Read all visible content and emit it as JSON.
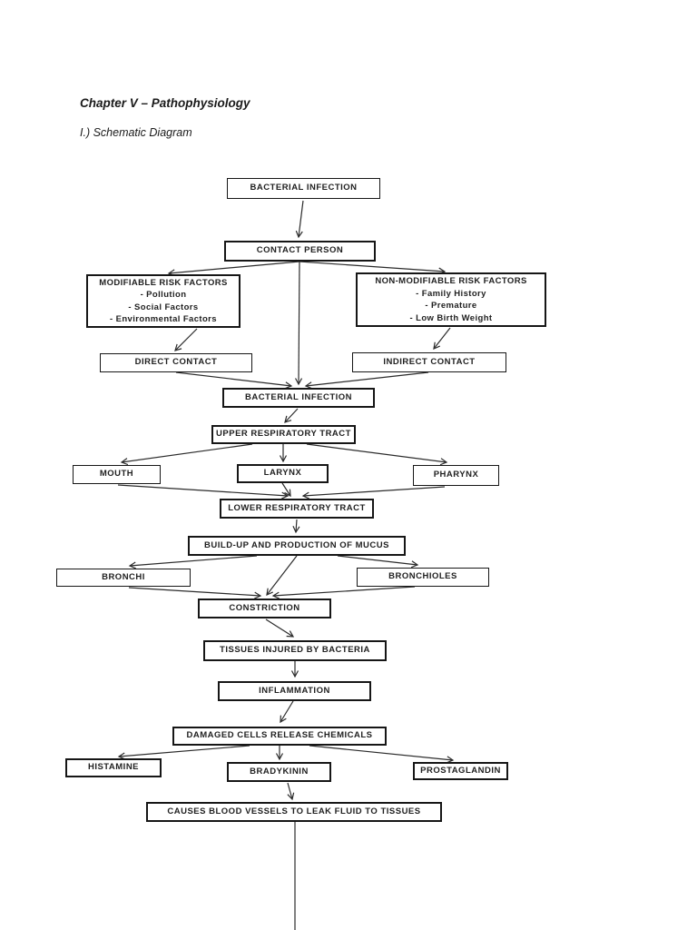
{
  "header": {
    "chapter": "Chapter V – Pathophysiology",
    "section": "I.) Schematic Diagram"
  },
  "colors": {
    "page_background": "#ffffff",
    "box_border": "#161616",
    "connector_line": "#2b2b2b",
    "text": "#1f1f1f"
  },
  "nodes": {
    "bacterialInfection1": {
      "label": "BACTERIAL INFECTION"
    },
    "contactPerson": {
      "label": "CONTACT PERSON"
    },
    "modifiableRisk": {
      "title": "MODIFIABLE RISK FACTORS",
      "items": [
        "- Pollution",
        "- Social Factors",
        "- Environmental Factors"
      ]
    },
    "nonModifiableRisk": {
      "title": "NON-MODIFIABLE RISK FACTORS",
      "items": [
        "- Family History",
        "- Premature",
        "- Low Birth Weight"
      ]
    },
    "directContact": {
      "label": "DIRECT CONTACT"
    },
    "indirectContact": {
      "label": "INDIRECT CONTACT"
    },
    "bacterialInfection2": {
      "label": "BACTERIAL INFECTION"
    },
    "upperRespiratoryTract": {
      "label": "UPPER RESPIRATORY TRACT"
    },
    "mouth": {
      "label": "MOUTH"
    },
    "larynx": {
      "label": "LARYNX"
    },
    "pharynx": {
      "label": "PHARYNX"
    },
    "lowerRespiratoryTract": {
      "label": "LOWER RESPIRATORY TRACT"
    },
    "mucus": {
      "label": "BUILD-UP AND PRODUCTION OF MUCUS"
    },
    "bronchi": {
      "label": "BRONCHI"
    },
    "bronchioles": {
      "label": "BRONCHIOLES"
    },
    "constriction": {
      "label": "CONSTRICTION"
    },
    "tissuesInjured": {
      "label": "TISSUES INJURED BY BACTERIA"
    },
    "inflammation": {
      "label": "INFLAMMATION"
    },
    "damagedCells": {
      "label": "DAMAGED CELLS RELEASE CHEMICALS"
    },
    "histamine": {
      "label": "HISTAMINE"
    },
    "bradykinin": {
      "label": "BRADYKININ"
    },
    "prostaglandin": {
      "label": "PROSTAGLANDIN"
    },
    "leakFluid": {
      "label": "CAUSES BLOOD VESSELS TO LEAK FLUID TO TISSUES"
    }
  }
}
